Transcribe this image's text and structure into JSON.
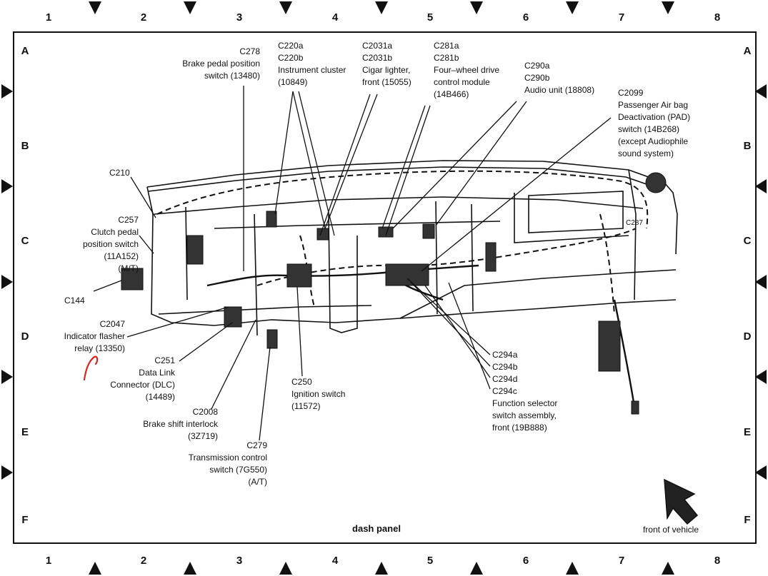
{
  "grid": {
    "columns": [
      "1",
      "2",
      "3",
      "4",
      "5",
      "6",
      "7",
      "8"
    ],
    "rows": [
      "A",
      "B",
      "C",
      "D",
      "E",
      "F"
    ]
  },
  "title": "dash panel",
  "orientation_label": "front of vehicle",
  "connectors": {
    "c278": [
      "C278",
      "Brake pedal position",
      "switch (13480)"
    ],
    "c220": [
      "C220a",
      "C220b",
      "Instrument cluster",
      "(10849)"
    ],
    "c2031": [
      "C2031a",
      "C2031b",
      "Cigar lighter,",
      "front (15055)"
    ],
    "c281": [
      "C281a",
      "C281b",
      "Four–wheel drive",
      "control module",
      "(14B466)"
    ],
    "c290": [
      "C290a",
      "C290b",
      "Audio unit (18808)"
    ],
    "c2099": [
      "C2099",
      "Passenger Air bag",
      "Deactivation (PAD)",
      "switch (14B268)",
      "(except Audiophile",
      "sound system)"
    ],
    "c210": [
      "C210"
    ],
    "c257": [
      "C257",
      "Clutch pedal",
      "position switch",
      "(11A152)",
      "(M/T)"
    ],
    "c144": [
      "C144"
    ],
    "c2047": [
      "C2047",
      "Indicator flasher",
      "relay (13350)"
    ],
    "c251": [
      "C251",
      "Data Link",
      "Connector (DLC)",
      "(14489)"
    ],
    "c2008": [
      "C2008",
      "Brake shift interlock",
      "(3Z719)"
    ],
    "c279": [
      "C279",
      "Transmission control",
      "switch (7G550)",
      "(A/T)"
    ],
    "c250": [
      "C250",
      "Ignition switch",
      "(11572)"
    ],
    "c294": [
      "C294a",
      "C294b",
      "C294d",
      "C294c",
      "Function selector",
      "switch assembly,",
      "front (19B888)"
    ],
    "c287": [
      "C287"
    ]
  },
  "colors": {
    "ink": "#111111",
    "annotation": "#e0201a"
  }
}
